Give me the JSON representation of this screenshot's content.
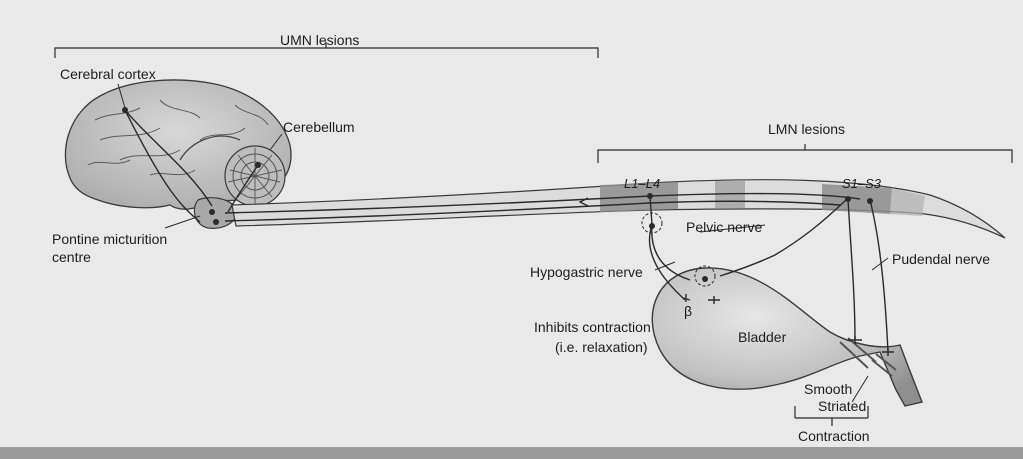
{
  "labels": {
    "umn_lesions": "UMN lesions",
    "lmn_lesions": "LMN lesions",
    "cerebral_cortex": "Cerebral cortex",
    "cerebellum": "Cerebellum",
    "pontine_line1": "Pontine micturition",
    "pontine_line2": "centre",
    "l1_l4": "L1–L4",
    "s1_s3": "S1–S3",
    "pelvic_nerve": "Pelvic nerve",
    "pudendal_nerve": "Pudendal nerve",
    "hypogastric_nerve": "Hypogastric nerve",
    "inhibits_line1": "Inhibits contraction",
    "inhibits_line2": "(i.e. relaxation)",
    "beta": "β",
    "bladder": "Bladder",
    "smooth": "Smooth",
    "striated": "Striated",
    "contraction": "Contraction"
  },
  "colors": {
    "background": "#e9e9e9",
    "ink": "#2a2a2a",
    "organ_fill": "#c4c4c4",
    "cord_fill": "#d9d9d9",
    "cord_dark": "#8d8d8d"
  }
}
